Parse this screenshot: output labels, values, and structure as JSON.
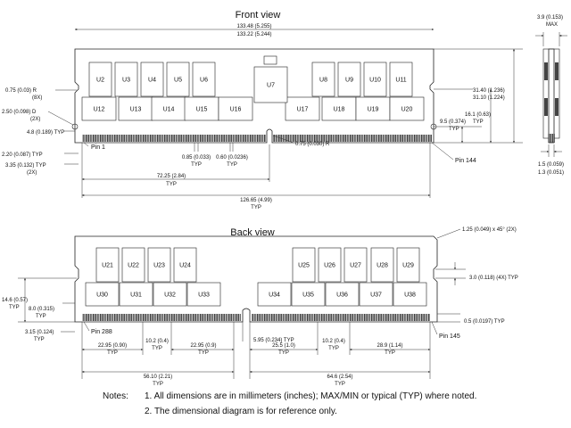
{
  "views": {
    "front_title": "Front view",
    "back_title": "Back view"
  },
  "front": {
    "top_chips": [
      "U2",
      "U3",
      "U4",
      "U5",
      "U6",
      "U8",
      "U9",
      "U10",
      "U11"
    ],
    "bottom_chips": [
      "U12",
      "U13",
      "U14",
      "U15",
      "U16",
      "U17",
      "U18",
      "U19",
      "U20"
    ],
    "center_chip": "U7",
    "dims": {
      "width": "133.48 (5.255)",
      "width_min": "133.22 (5.244)",
      "r_corner": "0.75 (0.03) R",
      "r_corner_count": "(8X)",
      "hole_d": "2.50 (0.098) D",
      "hole_count": "(2X)",
      "hole_offset": "4.8 (0.189) TYP",
      "pin1": "Pin 1",
      "d220": "2.20 (0.087) TYP",
      "d335": "3.35 (0.132) TYP",
      "d335_count": "(2X)",
      "key_pos": "72.25 (2.84)",
      "key_pos_typ": "TYP",
      "total_span": "126.65 (4.99)",
      "total_span_typ": "TYP",
      "pitch": "0.85 (0.033)",
      "pitch_typ": "TYP",
      "pin_w": "0.60 (0.0236)",
      "pin_w_typ": "TYP",
      "notch_r": "0.75 (0.030) R",
      "pin144": "Pin 144",
      "height": "31.40 (1.236)",
      "height_min": "31.10 (1.224)",
      "d161": "16.1 (0.63)",
      "d161_typ": "TYP",
      "d95": "9.5 (0.374)",
      "d95_typ": "TYP"
    }
  },
  "side": {
    "thick": "3.9 (0.153)",
    "thick_max": "MAX",
    "pcb": "1.5 (0.059)",
    "pcb_min": "1.3 (0.051)"
  },
  "back": {
    "top_chips": [
      "U21",
      "U22",
      "U23",
      "U24",
      "U25",
      "U26",
      "U27",
      "U28",
      "U29"
    ],
    "bottom_chips": [
      "U30",
      "U31",
      "U32",
      "U33",
      "U34",
      "U35",
      "U36",
      "U37",
      "U38"
    ],
    "dims": {
      "chamfer": "1.25 (0.049) x 45° (2X)",
      "d30": "3.0 (0.118) (4X) TYP",
      "d146": "14.6 (0.57)",
      "d146_typ": "TYP",
      "d80": "8.0 (0.315)",
      "d80_typ": "TYP",
      "d315": "3.15 (0.124)",
      "d315_typ": "TYP",
      "pin288": "Pin 288",
      "d2295a": "22.95 (0.90)",
      "d2295a_typ": "TYP",
      "d102a": "10.2 (0.4)",
      "d102a_typ": "TYP",
      "d2295b": "22.95 (0.9)",
      "d2295b_typ": "TYP",
      "d595": "5.95 (0.234) TYP",
      "d255": "25.5 (1.0)",
      "d255_typ": "TYP",
      "d102b": "10.2 (0.4)",
      "d102b_typ": "TYP",
      "d289": "28.9 (1.14)",
      "d289_typ": "TYP",
      "d05": "0.5 (0.0197) TYP",
      "pin145": "Pin 145",
      "d561": "56.10 (2.21)",
      "d561_typ": "TYP",
      "d646": "64.6 (2.54)",
      "d646_typ": "TYP"
    }
  },
  "notes": {
    "label": "Notes:",
    "items": [
      "1.  All dimensions are in millimeters (inches); MAX/MIN or typical (TYP) where noted.",
      "2.  The dimensional diagram is for reference only."
    ]
  }
}
